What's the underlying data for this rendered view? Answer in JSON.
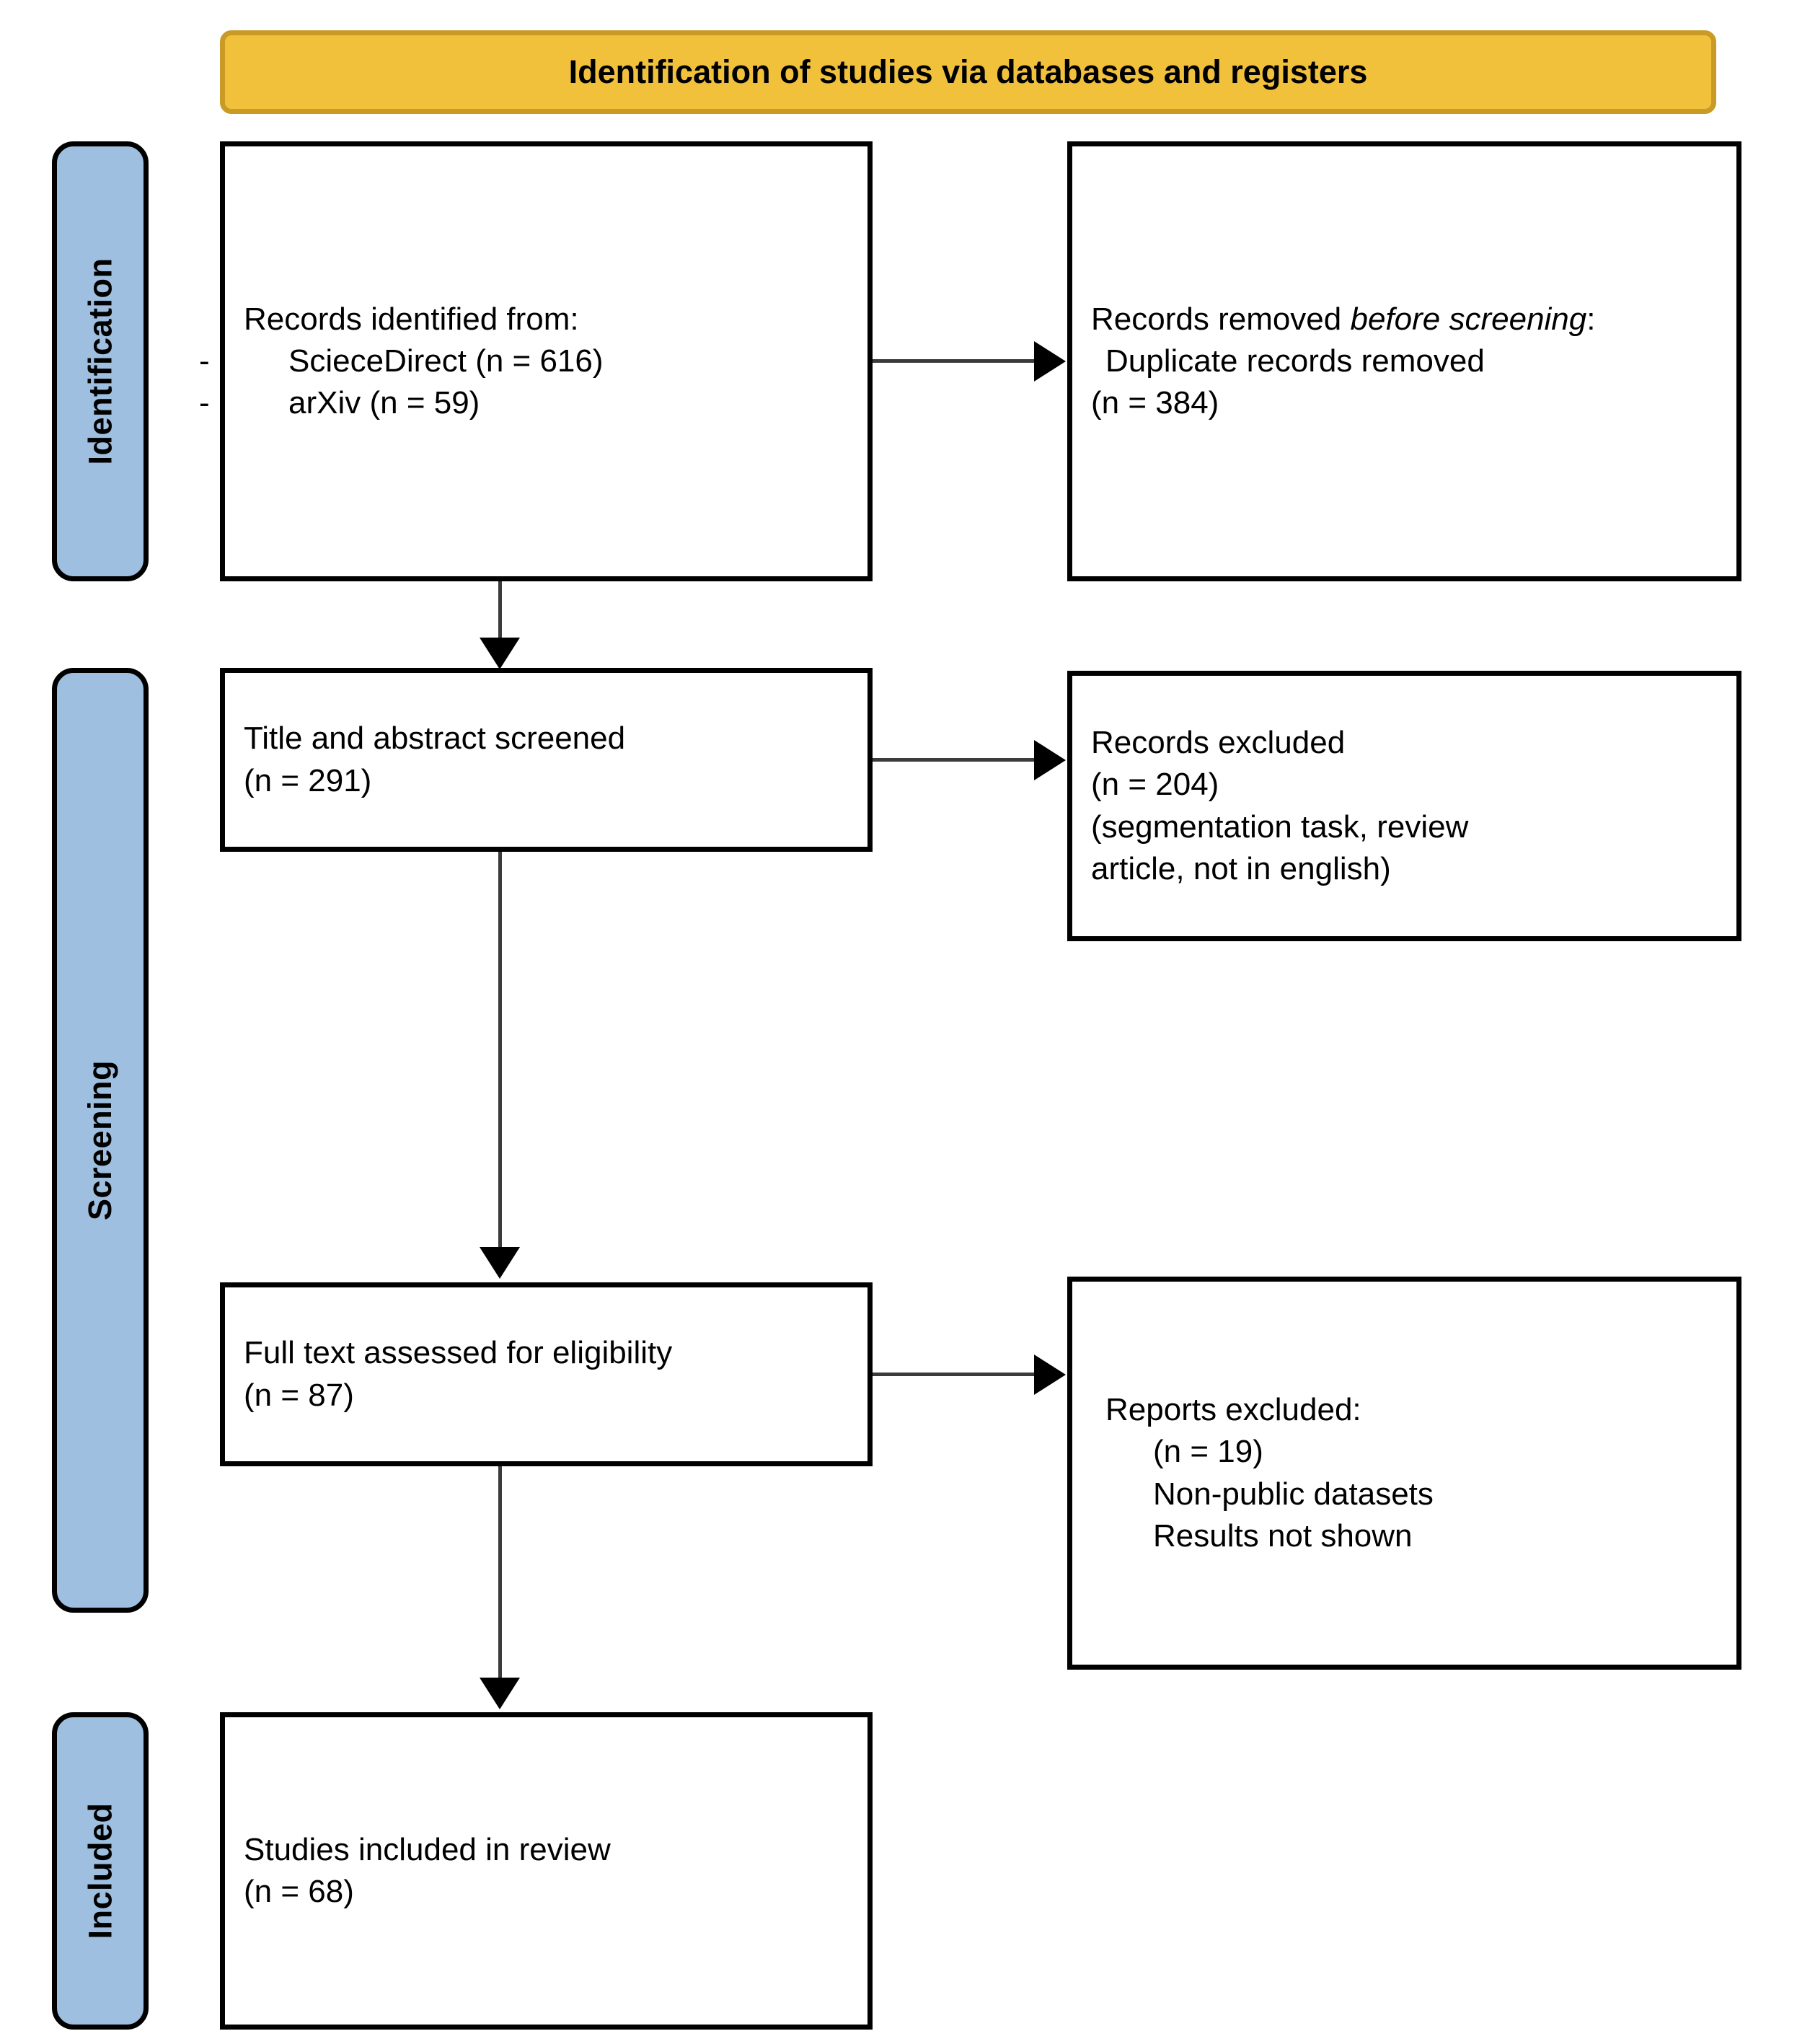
{
  "banner": {
    "title": "Identification of studies via databases and registers"
  },
  "stages": [
    {
      "id": "identification",
      "label": "Identification"
    },
    {
      "id": "screening",
      "label": "Screening"
    },
    {
      "id": "included",
      "label": "Included"
    }
  ],
  "boxes": {
    "identified": {
      "heading": "Records identified from:",
      "items": [
        {
          "dash": "-",
          "text": "ScieceDirect (n = 616)"
        },
        {
          "dash": "-",
          "text": "arXiv (n = 59)"
        }
      ]
    },
    "removed": {
      "line1_prefix": "Records removed ",
      "line1_italic": "before screening",
      "line1_suffix": ":",
      "line2": "Duplicate records removed",
      "line3": "(n = 384)"
    },
    "screened": {
      "line1": "Title and abstract screened",
      "line2": "(n = 291)"
    },
    "records_excluded": {
      "line1": "Records excluded",
      "line2": "(n = 204)",
      "line3": "(segmentation task, review",
      "line4": "article, not in english)"
    },
    "fulltext": {
      "line1": "Full text assessed for eligibility",
      "line2": "(n = 87)"
    },
    "reports_excluded": {
      "line1": "Reports excluded:",
      "line2": "(n = 19)",
      "line3": "Non-public datasets",
      "line4": "Results not shown"
    },
    "included": {
      "line1": "Studies included in review",
      "line2": "(n = 68)"
    }
  },
  "colors": {
    "banner_fill": "#F2C13C",
    "banner_border": "#C99A26",
    "stage_fill": "#9EBFDF",
    "box_border": "#000000",
    "connector": "#3b3b3b",
    "background": "#FFFFFF"
  }
}
